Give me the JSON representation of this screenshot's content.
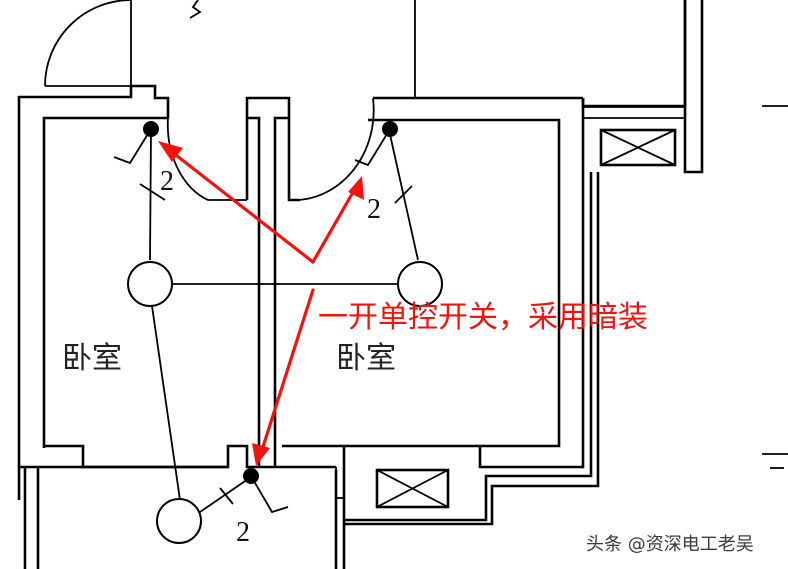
{
  "diagram": {
    "type": "electrical floor plan",
    "rooms": [
      {
        "id": "bedroom-left",
        "label": "卧室"
      },
      {
        "id": "bedroom-right",
        "label": "卧室"
      }
    ],
    "switches": [
      {
        "id": "switch-left-bedroom",
        "wire_count": "2"
      },
      {
        "id": "switch-right-bedroom",
        "wire_count": "2"
      },
      {
        "id": "switch-corridor",
        "wire_count": "2"
      }
    ],
    "annotation": {
      "text": "一开单控开关，采用暗装",
      "color": "#f4120d"
    },
    "watermark": "头条 @资深电工老吴"
  }
}
